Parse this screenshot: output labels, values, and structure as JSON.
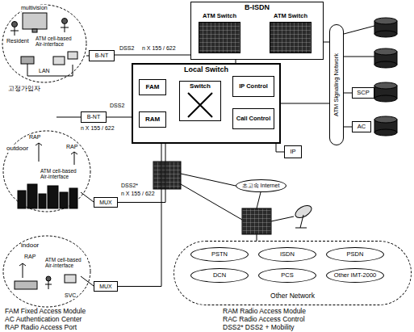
{
  "diagram": {
    "nodes": [
      {
        "text": [
          "B-ISDN"
        ]
      },
      {
        "text": [
          "ATM Switch"
        ],
        "in": 0
      },
      {
        "text": [
          "ATM Switch"
        ],
        "in": 0
      },
      {
        "text": [
          "Local Switch"
        ]
      },
      {
        "text": [
          "FAM"
        ],
        "in": 3
      },
      {
        "text": [
          "RAM"
        ],
        "in": 3
      },
      {
        "text": [
          "Switch"
        ],
        "in": 3
      },
      {
        "text": [
          "IP Control"
        ],
        "in": 3
      },
      {
        "text": [
          "Call Control"
        ],
        "in": 3
      },
      {
        "text": [
          "B-NT"
        ]
      },
      {
        "text": [
          "B-NT"
        ]
      },
      {
        "text": [
          "MUX"
        ]
      },
      {
        "text": [
          "MUX"
        ]
      },
      {
        "text": [
          "SCP"
        ]
      },
      {
        "text": [
          "AC"
        ]
      },
      {
        "text": [
          "IP"
        ]
      },
      {
        "text": [
          "ATM Signaling Network"
        ]
      },
      {
        "text": [
          "초고속 Internet"
        ]
      },
      {
        "text": [
          "Other Network"
        ]
      },
      {
        "text": [
          "PSTN"
        ],
        "in": 18
      },
      {
        "text": [
          "ISDN"
        ],
        "in": 18
      },
      {
        "text": [
          "PSDN"
        ],
        "in": 18
      },
      {
        "text": [
          "DCN"
        ],
        "in": 18
      },
      {
        "text": [
          "PCS"
        ],
        "in": 18
      },
      {
        "text": [
          "Other IMT-2000"
        ],
        "in": 18
      }
    ],
    "edges": [
      {
        "from": 9,
        "to": 0,
        "arrow": "none"
      },
      {
        "from": 10,
        "to": 3,
        "arrow": "none"
      },
      {
        "from": 3,
        "to": 0,
        "arrow": "none"
      },
      {
        "from": 0,
        "to": 16,
        "arrow": "none"
      },
      {
        "from": 3,
        "to": 16,
        "arrow": "none"
      },
      {
        "from": 16,
        "to": 13,
        "arrow": "none"
      },
      {
        "from": 16,
        "to": 14,
        "arrow": "none"
      },
      {
        "from": 3,
        "to": 15,
        "arrow": "none"
      },
      {
        "from": 11,
        "to": 3,
        "arrow": "none"
      },
      {
        "from": 12,
        "to": 3,
        "arrow": "none"
      },
      {
        "from": 4,
        "to": 6,
        "arrow": "none"
      },
      {
        "from": 5,
        "to": 6,
        "arrow": "none"
      },
      {
        "from": 6,
        "to": 7,
        "arrow": "none"
      },
      {
        "from": 6,
        "to": 8,
        "arrow": "none"
      }
    ],
    "labels": [
      "DSS2",
      "n X 155 / 622",
      "DSS2",
      "n X 155 / 622",
      "DSS2*",
      "n X 155 / 622",
      "multivision",
      "Resident",
      "ATM cell-based Air-interface",
      "LAN",
      "고정가입자",
      "outdoor",
      "RAP",
      "RAP",
      "ATM cell-based Air-interface",
      "indoor",
      "RAP",
      "ATM cell-based Air-interface",
      "SVC",
      "FAM Fixed Access Module",
      "RAM Radio Access Module",
      "AC Authentication Center",
      "RAC Radio Access Control",
      "RAP Radio Access Port",
      "DSS2* DSS2 + Mobility"
    ]
  }
}
